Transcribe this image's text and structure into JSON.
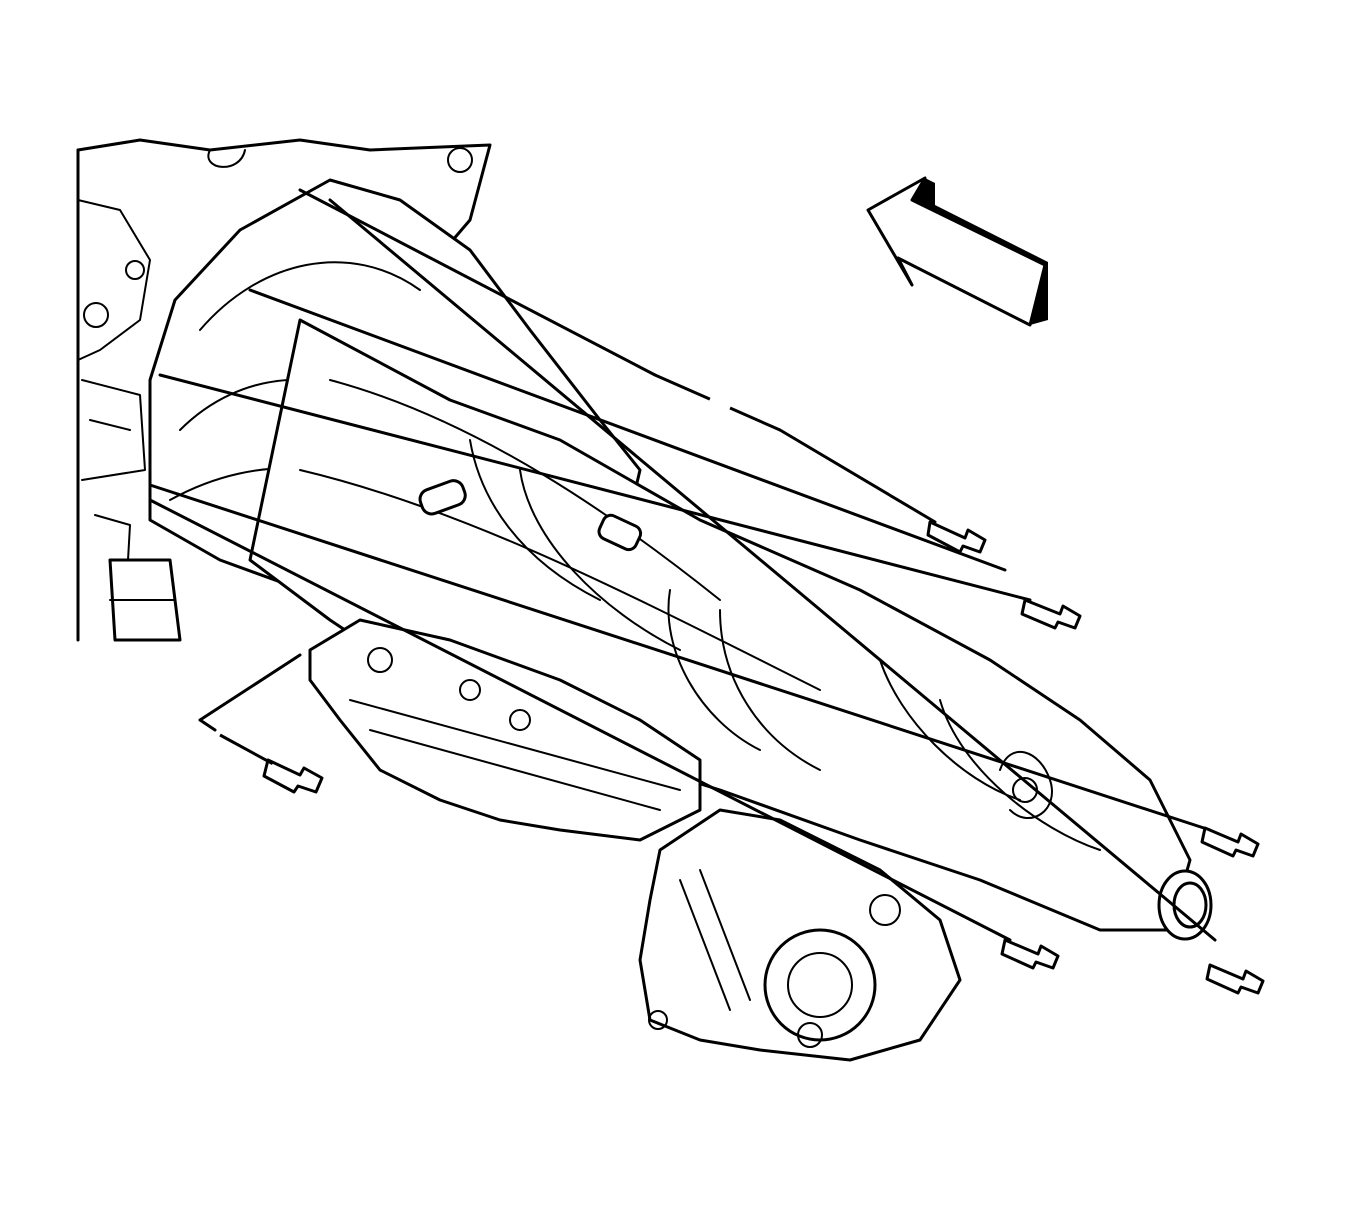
{
  "diagram": {
    "labels": [],
    "parts": [
      "transmission-case",
      "transfer-case",
      "oil-pan",
      "bellhousing",
      "tailshaft-output",
      "mounting-bolt",
      "direction-arrow"
    ]
  }
}
